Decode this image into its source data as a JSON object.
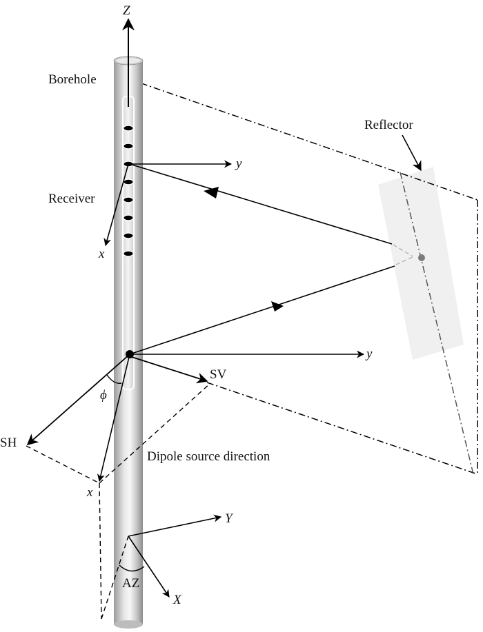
{
  "diagram": {
    "title": "Borehole dipole reflection imaging geometry",
    "labels": {
      "z_axis": "Z",
      "borehole": "Borehole",
      "reflector": "Reflector",
      "receiver": "Receiver",
      "receiver_y": "y",
      "receiver_x": "x",
      "source_y": "y",
      "source_x": "x",
      "sv": "SV",
      "sh": "SH",
      "phi": "ϕ",
      "dipole_direction": "Dipole source direction",
      "global_y": "Y",
      "global_x": "X",
      "azimuth": "AZ"
    },
    "receiver_count": 8,
    "colors": {
      "line": "#000000",
      "borehole_dark": "#8f8f8f",
      "borehole_light": "#f2f2f2",
      "reflector_plane": "#efefef",
      "reflection_point": "#7a7a7a"
    }
  }
}
